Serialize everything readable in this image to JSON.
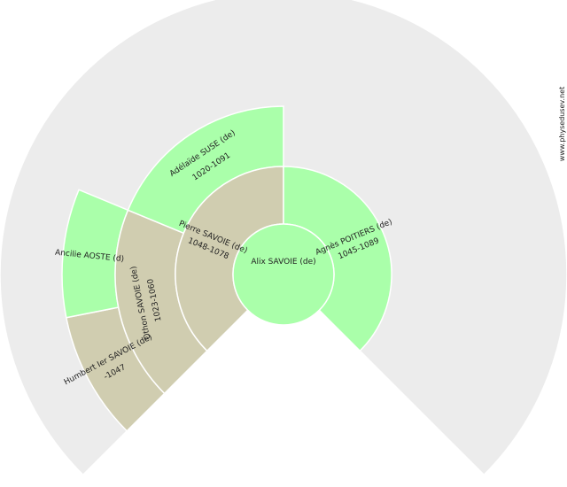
{
  "watermark": "www.physedusev.net",
  "colors": {
    "background_ring": "#ececec",
    "male": "#d0cdb0",
    "female": "#aaffaa"
  },
  "root": {
    "name": "Alix SAVOIE (de)",
    "sex": "female"
  },
  "persons": [
    {
      "id": "father",
      "name": "Pierre SAVOIE (de)",
      "dates": "1048-1078",
      "sex": "male",
      "generation": 1,
      "slot": 0
    },
    {
      "id": "mother",
      "name": "Agnès POITIERS (de)",
      "dates": "1045-1089",
      "sex": "female",
      "generation": 1,
      "slot": 1
    },
    {
      "id": "pgf",
      "name": "Othon SAVOIE (de)",
      "dates": "1023-1060",
      "sex": "male",
      "generation": 2,
      "slot": 0
    },
    {
      "id": "pgm",
      "name": "Adélaïde SUSE (de)",
      "dates": "1020-1091",
      "sex": "female",
      "generation": 2,
      "slot": 1
    },
    {
      "id": "pggf",
      "name": "Humbert Ier SAVOIE (de)",
      "dates": "-1047",
      "sex": "male",
      "generation": 3,
      "slot": 0
    },
    {
      "id": "pggm",
      "name": "Ancilie AOSTE (d)",
      "dates": "",
      "sex": "female",
      "generation": 3,
      "slot": 1
    }
  ]
}
